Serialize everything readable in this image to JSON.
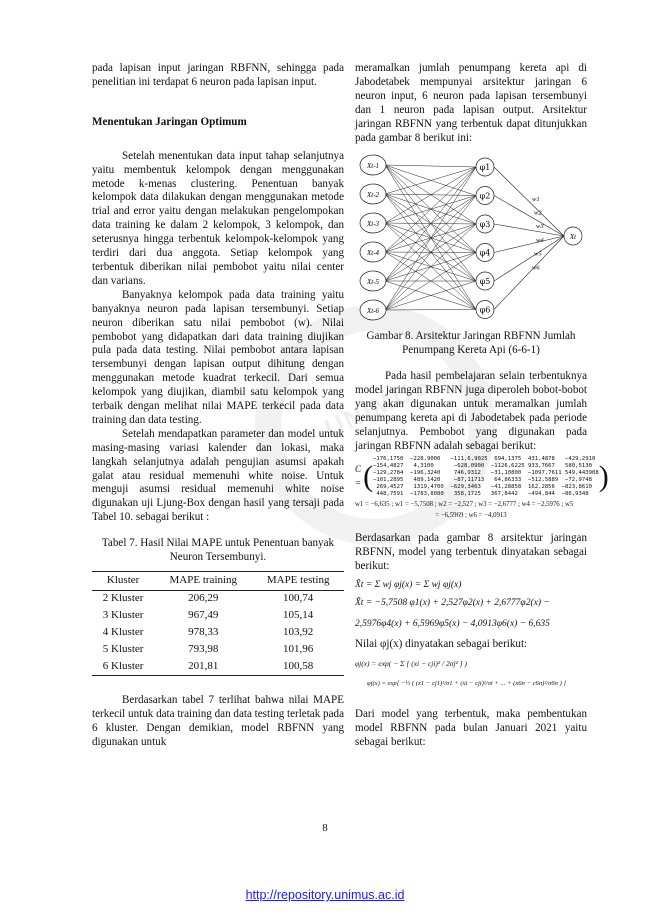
{
  "left": {
    "p1": "pada lapisan input jaringan RBFNN, sehingga pada penelitian ini terdapat 6 neuron pada lapisan input.",
    "heading": "Menentukan Jaringan Optimum",
    "p2": "Setelah menentukan data input tahap selanjutnya yaitu membentuk kelompok dengan menggunakan metode k-menas clustering. Penentuan banyak kelompok data dilakukan dengan menggunakan metode trial and error yaitu dengan melakukan pengelompokan data training ke dalam 2 kelompok, 3 kelompok, dan seterusnya hingga terbentuk kelompok-kelompok yang terdiri dari dua anggota. Setiap kelompok yang terbentuk diberikan nilai pembobot yaitu nilai center dan varians.",
    "p3": "Banyaknya kelompok pada data training yaitu banyaknya neuron pada lapisan tersembunyi. Setiap neuron diberikan satu nilai pembobot (w). Nilai pembobot yang didapatkan dari data training diujikan pula pada data testing. Nilai pembobot antara lapisan tersembunyi dengan lapisan output dihitung dengan menggunakan metode kuadrat terkecil. Dari semua kelompok yang diujikan, diambil satu kelompok yang terbaik dengan melihat nilai MAPE terkecil pada data training dan data testing.",
    "p4": "Setelah mendapatkan parameter dan model untuk masing-masing variasi kalender dan lokasi, maka langkah selanjutnya adalah pengujian asumsi apakah galat atau residual memenuhi white noise. Untuk menguji asumsi residual memenuhi white noise digunakan uji Ljung-Box dengan hasil yang tersaji pada Tabel 10. sebagai berikut :",
    "table_caption": "Tabel 7. Hasil Nilai MAPE untuk Penentuan banyak Neuron Tersembunyi.",
    "table": {
      "headers": [
        "Kluster",
        "MAPE training",
        "MAPE testing"
      ],
      "rows": [
        [
          "2 Kluster",
          "206,29",
          "100,74"
        ],
        [
          "3 Kluster",
          "967,49",
          "105,14"
        ],
        [
          "4 Kluster",
          "978,33",
          "103,92"
        ],
        [
          "5 Kluster",
          "793,98",
          "101,96"
        ],
        [
          "6 Kluster",
          "201,81",
          "100,58"
        ]
      ]
    },
    "p5": "Berdasarkan tabel 7 terlihat bahwa nilai MAPE terkecil untuk data training dan data testing terletak pada 6 kluster. Dengan demikian, model RBFNN yang digunakan untuk"
  },
  "right": {
    "p1": "meramalkan jumlah penumpang kereta api di Jabodetabek mempunyai arsitektur jaringan 6 neuron input, 6 neuron pada lapisan tersembunyi dan 1 neuron pada lapisan output. Arsitektur jaringan RBFNN yang terbentuk dapat ditunjukkan pada gambar 8 berikut ini:",
    "figure_caption": "Gambar 8. Arsitektur Jaringan RBFNN Jumlah Penumpang Kereta Api (6-6-1)",
    "p2": "Pada hasil pembelajaran selain terbentuknya model jaringan RBFNN juga diperoleh bobot-bobot yang akan digunakan untuk meramalkan jumlah penumpang kereta api di Jabodetabek pada periode selanjutnya. Pembobot yang digunakan pada jaringan RBFNN adalah sebagai berikut:",
    "matrix_rows": [
      "−176,1750  −228,9000   −111,6,9025  694,1375  431,4878   −429,2910",
      "−154,4827   4,3100      −628,0900  −1126,6225 933,7667   580,5130",
      "−129,2784  −196,3240    746,9312   −31,10800  −1097,7611 549,443908",
      "−101,2895   489,1420    −87,11713   64,86333  −512,5889  −72,9748",
      " 269,4527   1319,4700  −629,3463   −41,28858  162,2856  −823,8610",
      " 448,7591  −1783,8080   358,1725   367,8442   −494,844  −86,9348"
    ],
    "weights_line1": "w1 = −6,635 ; w1 = −5,7508 ; w2 = −2,527 ; w3 = −2,6777 ; w4 = −2,5976 ; w5",
    "weights_line2": "= −6,5969 ; w6 = −4,0913",
    "p3": "Berdasarkan pada gambar 8 arsitektur jaringan RBFNN, model yang terbentuk dinyatakan sebagai berikut:",
    "eq1": "X̂t = Σ wj φj(x) = Σ wj φj(x)",
    "eq2": "X̂t = −5,7508 φ1(x) + 2,527φ2(x) + 2,6777φ2(x) −",
    "eq3": "2,5976φ4(x) + 6,5969φ5(x) − 4,0913φ6(x) − 6,635",
    "p4": "Nilai φj(x) dinyatakan sebagai berikut:",
    "eq4": "φj(x) = exp( − Σ [ (xi − cji)² / 2σj² ] )",
    "eq5": "φj(x) = exp[ −½ ( (x1 − cj1)²/σ1 + (xi − cji)²/σi + ... + (x6n − c6n)²/σ6n ) ]",
    "p5": "Dari model yang terbentuk, maka pembentukan model RBFNN pada bulan Januari 2021 yaitu sebagai berikut:"
  },
  "figure": {
    "inputs": [
      "Xt-1",
      "Xt-2",
      "Xt-3",
      "Xt-4",
      "Xt-5",
      "Xt-6"
    ],
    "hidden": [
      "φ1",
      "φ2",
      "φ3",
      "φ4",
      "φ5",
      "φ6"
    ],
    "weights": [
      "w1",
      "w2",
      "w3",
      "w4",
      "w5",
      "w6"
    ],
    "output": "Xt"
  },
  "watermark_text": "MUHAMMADIYAH",
  "page_number": "8",
  "footer_url": "http://repository.unimus.ac.id"
}
